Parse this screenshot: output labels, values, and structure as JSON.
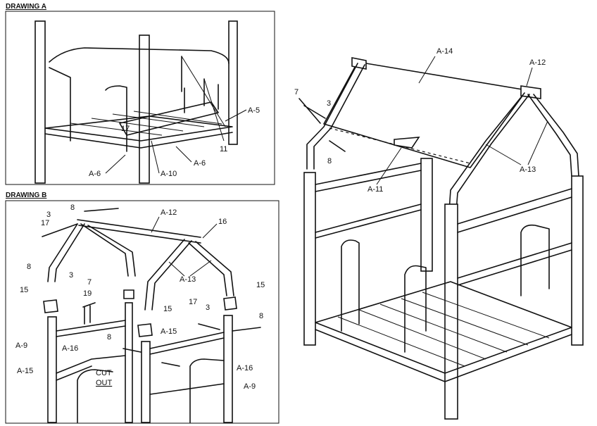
{
  "drawing_a": {
    "title": "DRAWING A",
    "labels": {
      "a5": "A-5",
      "a6_left": "A-6",
      "a10": "A-10",
      "a6_right": "A-6",
      "n17": "17",
      "n11": "11"
    }
  },
  "drawing_b": {
    "title": "DRAWING B",
    "labels": {
      "n8_top": "8",
      "n3_top": "3",
      "n17_top": "17",
      "a12": "A-12",
      "n16": "16",
      "n8_left": "8",
      "n3_left": "3",
      "n7": "7",
      "n15_left": "15",
      "n19": "19",
      "a13": "A-13",
      "n15_right": "15",
      "n15_mid": "15",
      "a9_left": "A-9",
      "a16_left": "A-16",
      "n8_mid": "8",
      "a15_mid": "A-15",
      "n17_right": "17",
      "n3_right": "3",
      "n8_right": "8",
      "a15_left": "A-15",
      "cut": "CUT",
      "out": "OUT",
      "a16_right": "A-16",
      "a9_right": "A-9"
    }
  },
  "main_drawing": {
    "labels": {
      "a14": "A-14",
      "a12": "A-12",
      "n7": "7",
      "n3": "3",
      "n8": "8",
      "a11": "A-11",
      "a13": "A-13"
    }
  }
}
